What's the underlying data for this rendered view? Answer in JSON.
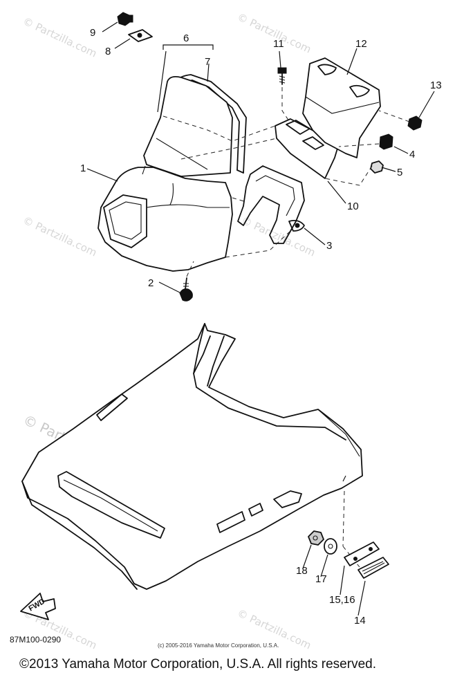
{
  "callouts": {
    "c1": "1",
    "c2": "2",
    "c3": "3",
    "c4": "4",
    "c5": "5",
    "c6": "6",
    "c7": "7",
    "c8": "8",
    "c9": "9",
    "c10": "10",
    "c11": "11",
    "c12": "12",
    "c13": "13",
    "c14": "14",
    "c15_16": "15,16",
    "c17": "17",
    "c18": "18"
  },
  "fwd_label": "FWD",
  "ref_code": "87M100-0290",
  "inner_copyright": "(c) 2005-2016 Yamaha Motor Corporation, U.S.A.",
  "copyright": "©2013 Yamaha Motor Corporation, U.S.A. All rights reserved.",
  "watermark": "© Partzilla.com",
  "watermark_short": "© Partzilla.com"
}
